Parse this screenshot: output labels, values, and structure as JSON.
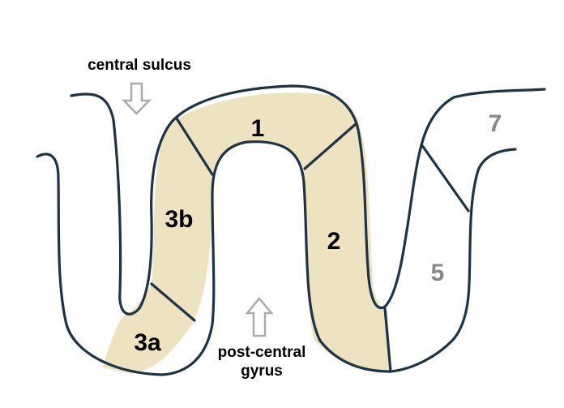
{
  "colors": {
    "fill": "#EDE3C0",
    "outline": "#1E3346",
    "arrow": "#AAAAAA",
    "text_dark": "#000000",
    "text_gray": "#888888",
    "background": "#FFFFFF"
  },
  "labels": {
    "central_sulcus": "central sulcus",
    "post_central_line1": "post-central",
    "post_central_line2": "gyrus",
    "area_1": "1",
    "area_2": "2",
    "area_3a": "3a",
    "area_3b": "3b",
    "area_5": "5",
    "area_7": "7"
  },
  "icons": {
    "central_sulcus_arrow": "down-arrow-icon",
    "post_central_arrow": "up-arrow-icon"
  }
}
